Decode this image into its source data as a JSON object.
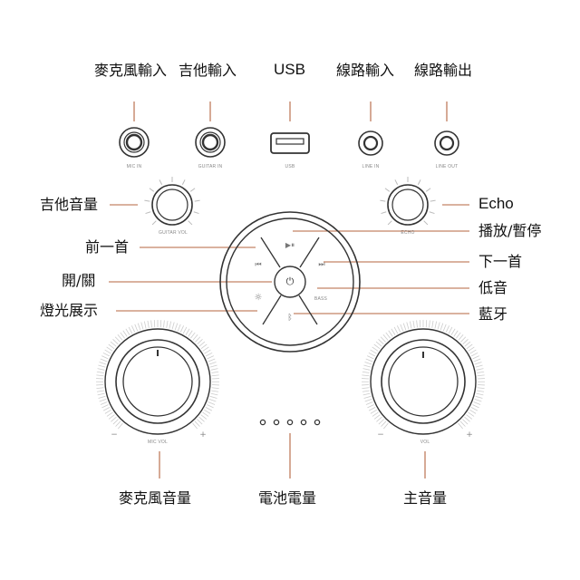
{
  "labels": {
    "mic_in": "麥克風輸入",
    "guitar_in": "吉他輸入",
    "usb": "USB",
    "line_in": "線路輸入",
    "line_out": "線路輸出",
    "guitar_vol": "吉他音量",
    "echo": "Echo",
    "play_pause": "播放/暫停",
    "prev": "前一首",
    "next": "下一首",
    "power": "開/關",
    "bass": "低音",
    "light_show": "燈光展示",
    "bluetooth": "藍牙",
    "mic_vol": "麥克風音量",
    "battery": "電池電量",
    "main_vol": "主音量"
  },
  "panel": {
    "mic_in": "MIC IN",
    "guitar_in": "GUITAR IN",
    "usb": "USB",
    "line_in": "LINE IN",
    "line_out": "LINE OUT",
    "guitar_vol": "GUITAR VOL",
    "echo": "ECHO",
    "bass": "BASS",
    "mic_vol": "MIC VOL",
    "vol": "VOL",
    "minus": "−",
    "plus": "+"
  },
  "icons": {
    "play_pause": "▶⏸",
    "prev": "⏮",
    "next": "⏭",
    "power": "⏻",
    "light": "☼",
    "bluetooth": "ᛒ"
  },
  "battery_leds": 5,
  "colors": {
    "leader": "#b5653f",
    "outline": "#333333",
    "tick": "#bbbbbb"
  }
}
